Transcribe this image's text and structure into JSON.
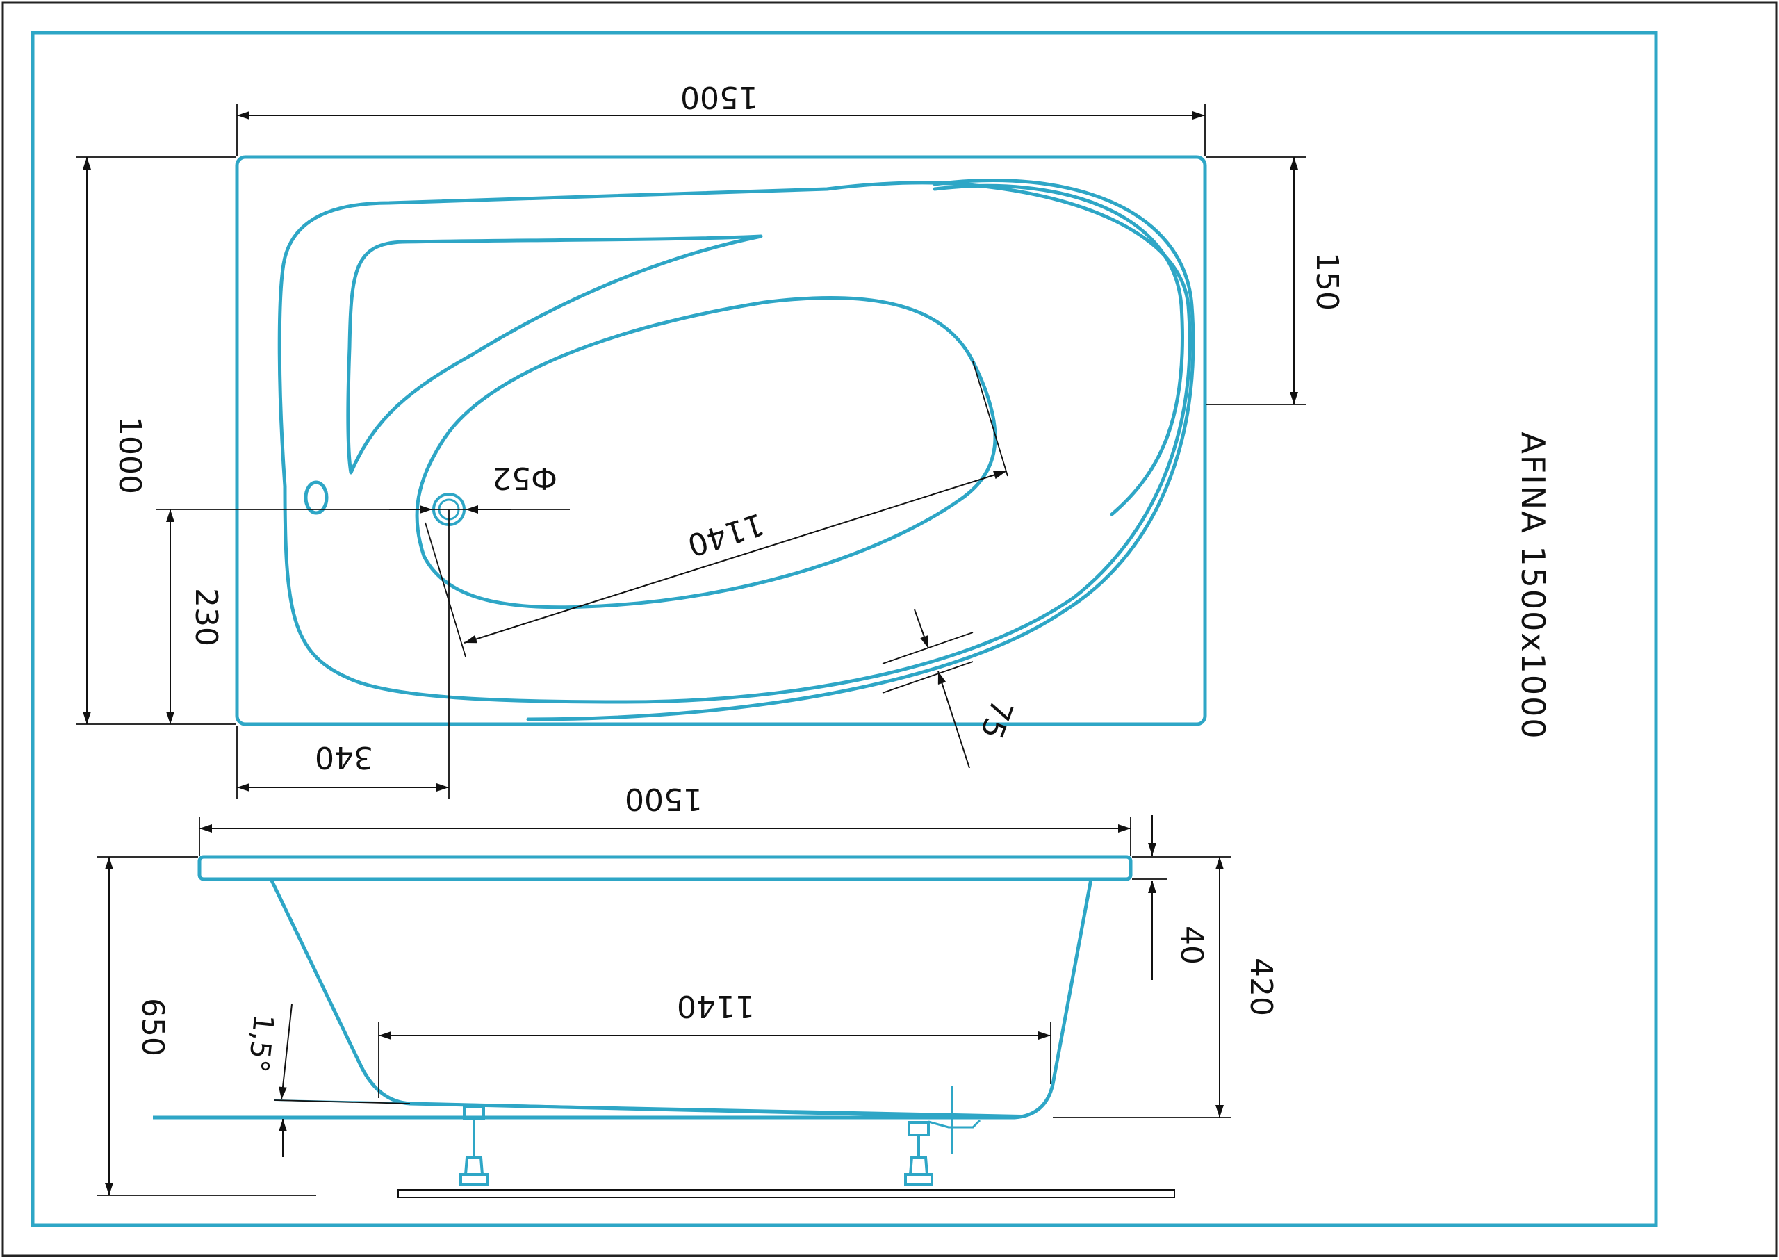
{
  "drawing": {
    "title": "AFINA 1500x1000",
    "colors": {
      "outline": "#2EA6C6",
      "dimension": "#111111",
      "frame_outer": "#222222"
    }
  },
  "top_view": {
    "dims": {
      "length": "1500",
      "width": "1000",
      "right_offset": "150",
      "drain_offset_y": "230",
      "drain_offset_x": "340",
      "drain_diameter": "Ф52",
      "diagonal": "1140",
      "wall": "75"
    }
  },
  "side_view": {
    "dims": {
      "length": "1500",
      "bottom_length": "1140",
      "rim": "40",
      "depth": "420",
      "total_height": "650",
      "slope": "1,5°"
    }
  }
}
